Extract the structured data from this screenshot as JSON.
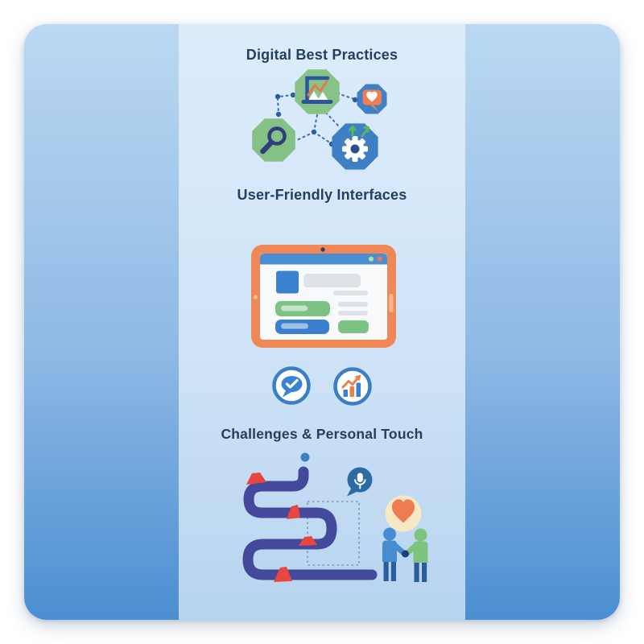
{
  "sections": [
    {
      "title": "Digital Best Practices",
      "icons": [
        "presentation-chart-octagon",
        "magnifier-octagon",
        "heart-message-octagon",
        "gear-growth-octagon",
        "dotted-network-links"
      ]
    },
    {
      "title": "User-Friendly Interfaces",
      "icons": [
        "tablet-browser-mockup",
        "chat-checkmark-badge",
        "growth-bars-badge"
      ]
    },
    {
      "title": "Challenges & Personal Touch",
      "icons": [
        "winding-road",
        "traffic-cones",
        "voice-microphone-bubble",
        "dotted-box",
        "heart-circle",
        "two-people-handshake"
      ]
    }
  ],
  "colors": {
    "title_text": "#24405e",
    "side_panel_top": "#bad9f2",
    "side_panel_bottom": "#4b8ed1",
    "center_panel_top": "#dcecfb",
    "center_panel_bottom": "#b6d4ef",
    "green_shape": "#87c287",
    "blue_shape": "#4180c4",
    "orange_frame": "#ef8757",
    "red_cone": "#e8473f",
    "road_indigo": "#45499c",
    "navy_icon": "#2b55a0",
    "badge_ring": "#3a7ec5",
    "heart_orange": "#ef7b52",
    "cream_circle": "#f9e8c4",
    "person_blue": "#478cd0",
    "person_green": "#7cc47d",
    "person_legs": "#2b5d9e"
  }
}
